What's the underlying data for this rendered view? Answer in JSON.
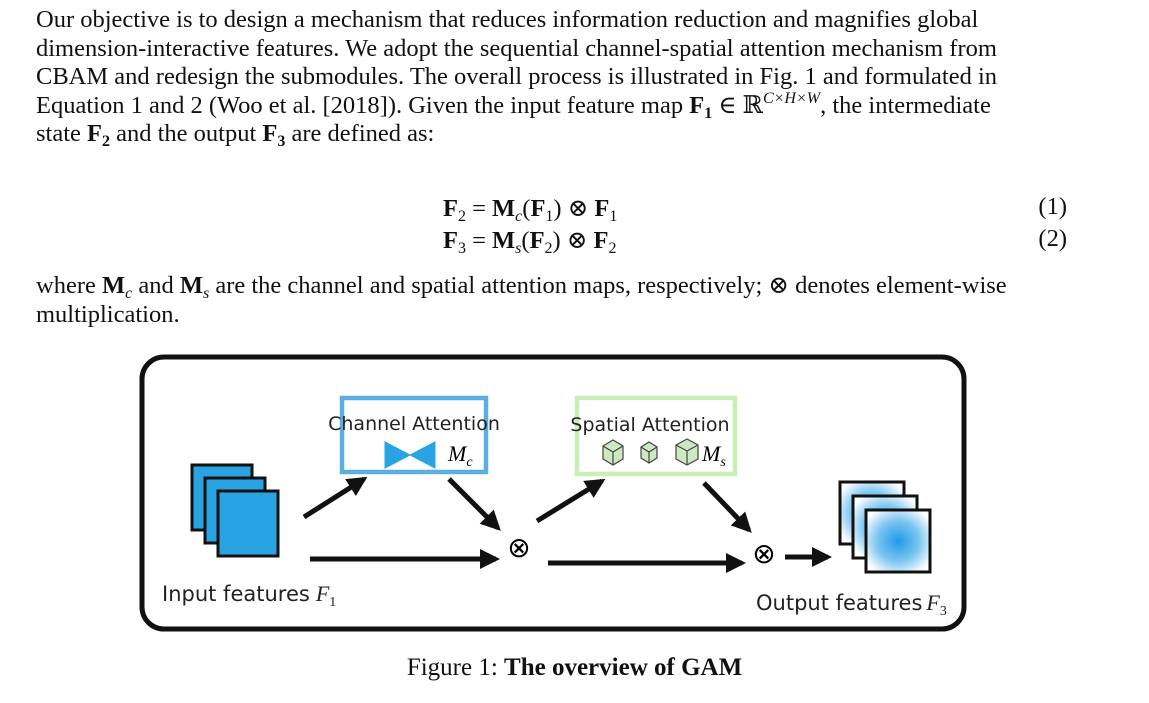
{
  "paragraph1": {
    "line1": "Our objective is to design a mechanism that reduces information reduction and magnifies global",
    "line2": "dimension-interactive features. We adopt the sequential channel-spatial attention mechanism from",
    "line3": "CBAM and redesign the submodules. The overall process is illustrated in Fig. 1 and formulated in",
    "line4a": "Equation 1 and 2 (Woo et al. [2018]). Given the input feature map",
    "line4b": ", the intermediate",
    "line5a": "state",
    "line5b": "and the output",
    "line5c": "are defined as:"
  },
  "symbols": {
    "F": "F",
    "one": "1",
    "two": "2",
    "three": "3",
    "in_R": "∈ ℝ",
    "CxHxW": "C×H×W",
    "M": "M",
    "c": "c",
    "s": "s",
    "otimes": "⊗"
  },
  "equations": [
    {
      "lhs": "F",
      "lhs_sub": "2",
      "rhs_m_sub": "c",
      "arg_sub": "1",
      "mult_sub": "1",
      "number": "(1)"
    },
    {
      "lhs": "F",
      "lhs_sub": "3",
      "rhs_m_sub": "s",
      "arg_sub": "2",
      "mult_sub": "2",
      "number": "(2)"
    }
  ],
  "paragraph2": {
    "w1": "where",
    "w2": "and",
    "w3": "are the channel and spatial attention maps, respectively;",
    "w4": "denotes element-wise",
    "line2": "multiplication."
  },
  "figure": {
    "channel_attention": "Channel Attention",
    "channel_symbol": "M",
    "channel_symbol_sub": "c",
    "spatial_attention": "Spatial Attention",
    "spatial_symbol": "M",
    "spatial_symbol_sub": "s",
    "input_label": "Input features",
    "input_symbol": "F",
    "input_sub": "1",
    "output_label": "Output features",
    "output_symbol": "F",
    "output_sub": "3",
    "mult1": "⊗",
    "mult2": "⊗",
    "colors": {
      "channel_box": "#5aaee0",
      "spatial_box": "#c9f0b4",
      "input_fill": "#2aa3e3",
      "output_glow": "#1f9be8"
    }
  },
  "caption": {
    "prefix": "Figure 1:",
    "title": "The overview of GAM"
  }
}
